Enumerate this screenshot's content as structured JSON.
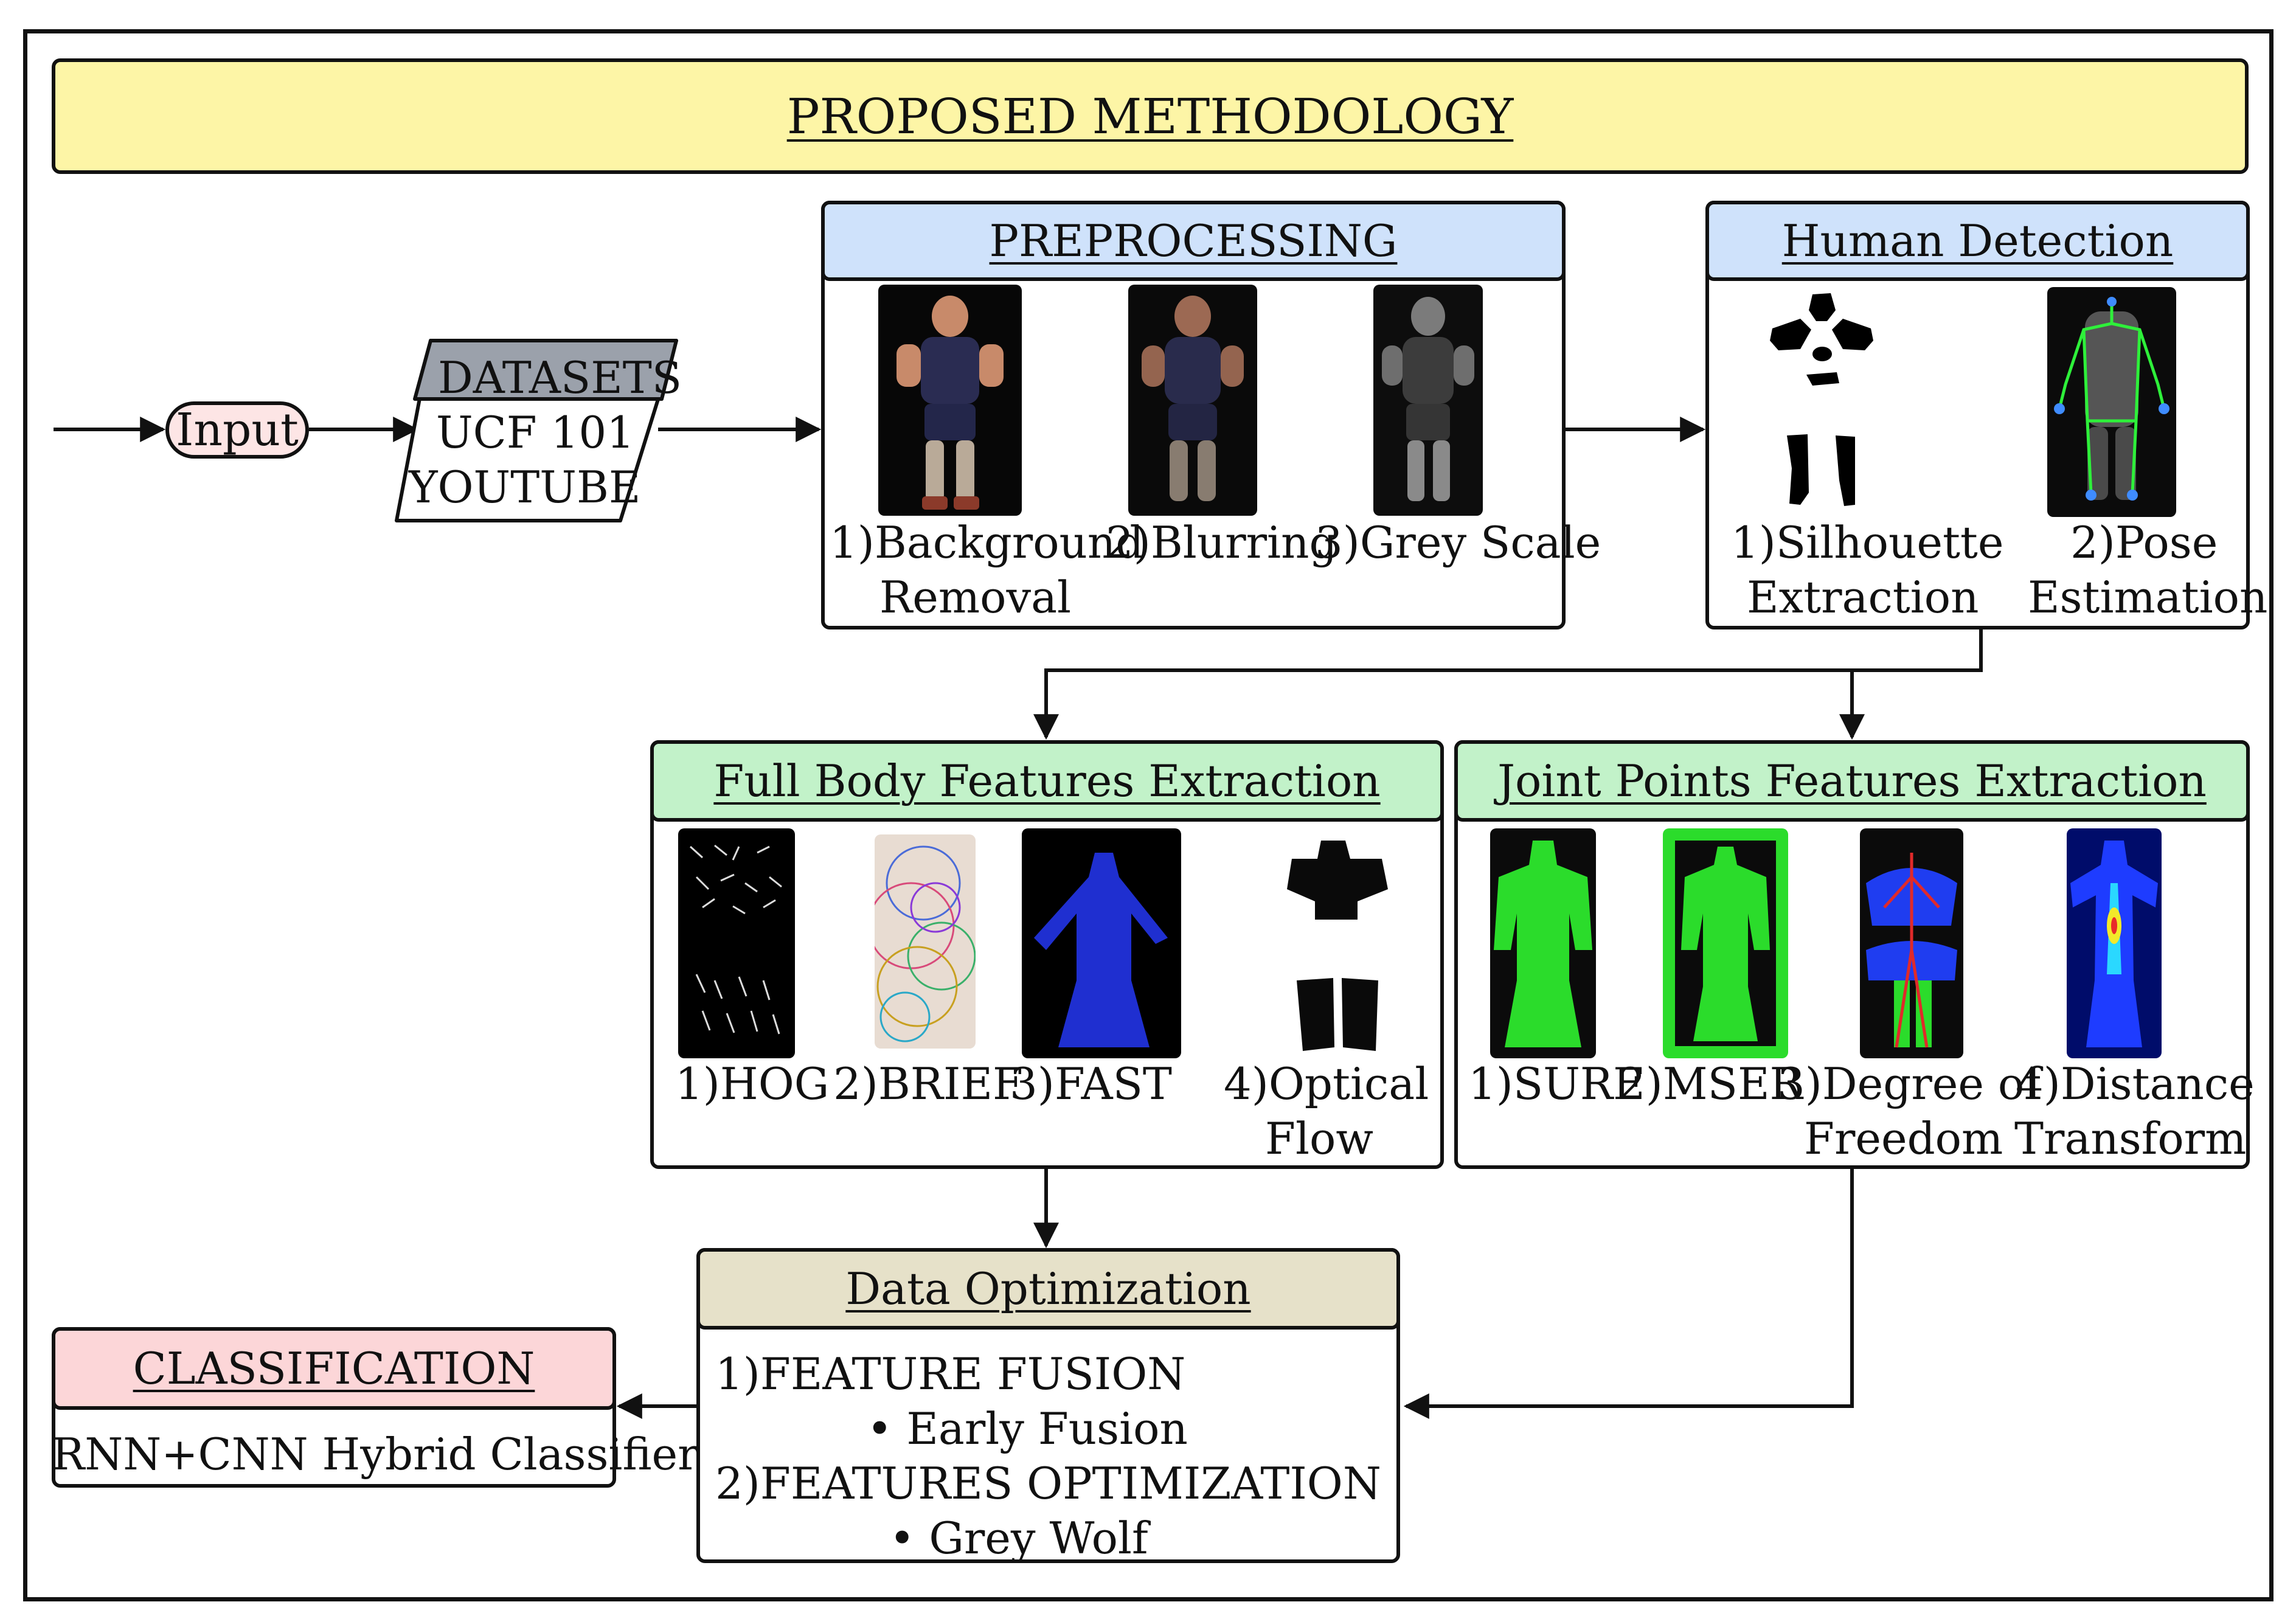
{
  "title": "PROPOSED METHODOLOGY",
  "input_label": "Input",
  "datasets": {
    "title": "DATASETS",
    "line1": "UCF 101",
    "line2": "YOUTUBE"
  },
  "preprocessing": {
    "title": "PREPROCESSING",
    "items": [
      {
        "line1": "1)Background",
        "line2": "Removal"
      },
      {
        "line1": "2)Blurring"
      },
      {
        "line1": "3)Grey Scale"
      }
    ]
  },
  "human_detection": {
    "title": "Human Detection",
    "items": [
      {
        "line1": "1)Silhouette",
        "line2": "Extraction"
      },
      {
        "line1": "2)Pose",
        "line2": "Estimation"
      }
    ]
  },
  "full_body": {
    "title": "Full Body Features Extraction",
    "items": [
      {
        "line1": "1)HOG"
      },
      {
        "line1": "2)BRIEF"
      },
      {
        "line1": "3)FAST"
      },
      {
        "line1": "4)Optical",
        "line2": "Flow"
      }
    ]
  },
  "joint_points": {
    "title": "Joint Points Features Extraction",
    "items": [
      {
        "line1": "1)SURF"
      },
      {
        "line1": "2)MSER"
      },
      {
        "line1": "3)Degree of",
        "line2": "Freedom"
      },
      {
        "line1": "4)Distance",
        "line2": "Transform"
      }
    ]
  },
  "data_optimization": {
    "title": "Data Optimization",
    "line1": "1)FEATURE FUSION",
    "bullet1": "• Early Fusion",
    "line2": "2)FEATURES OPTIMIZATION",
    "bullet2": "• Grey Wolf"
  },
  "classification": {
    "title": "CLASSIFICATION",
    "body": "RNN+CNN Hybrid Classifier"
  },
  "colors": {
    "title_bg": "#fdf5a6",
    "blue_header": "#cfe2fb",
    "green_header": "#c2f2c9",
    "tan_header": "#e6e1c9",
    "pink_header": "#fcd6d8",
    "input_bg": "#fde5e5",
    "datasets_bg": "#9ba1ab"
  }
}
